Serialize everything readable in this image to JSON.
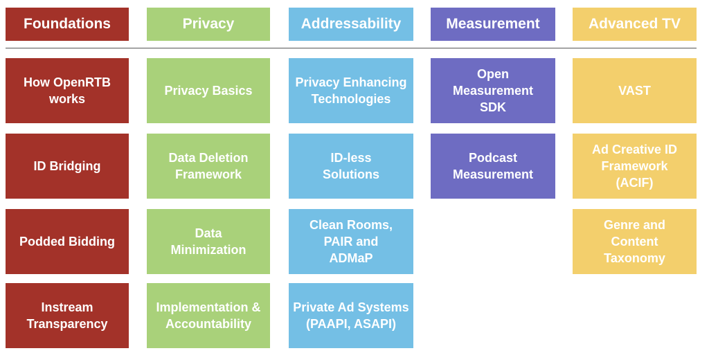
{
  "colors": {
    "foundations": "#a33229",
    "privacy": "#a9d17a",
    "addressability": "#74bfe5",
    "measurement": "#6e6cc2",
    "advanced_tv": "#f3cf6c"
  },
  "columns": [
    {
      "header": "Foundations",
      "items": [
        "How OpenRTB works",
        "ID Bridging",
        "Podded Bidding",
        "Instream Transparency"
      ]
    },
    {
      "header": "Privacy",
      "items": [
        "Privacy Basics",
        "Data Deletion Framework",
        "Data Minimization",
        "Implementation & Accountability"
      ]
    },
    {
      "header": "Addressability",
      "items": [
        "Privacy Enhancing Technologies",
        "ID-less Solutions",
        "Clean Rooms, PAIR and ADMaP",
        "Private Ad Systems (PAAPI, ASAPI)"
      ]
    },
    {
      "header": "Measurement",
      "items": [
        "Open Measurement SDK",
        "Podcast Measurement"
      ]
    },
    {
      "header": "Advanced TV",
      "items": [
        "VAST",
        "Ad Creative ID Framework (ACIF)",
        "Genre and Content Taxonomy"
      ]
    }
  ]
}
